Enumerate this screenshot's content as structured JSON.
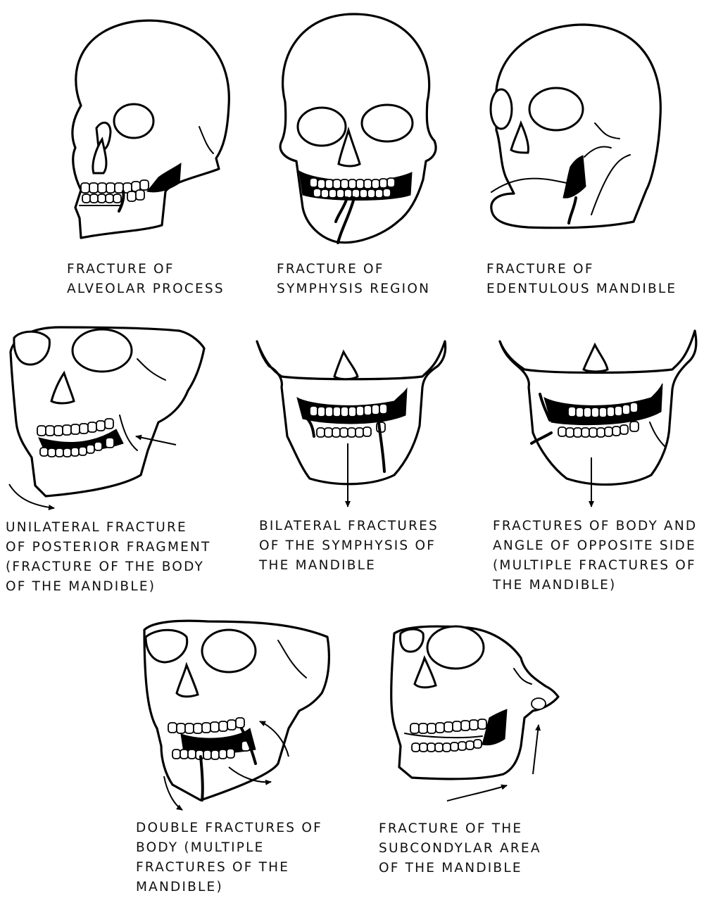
{
  "figures": [
    {
      "caption_lines": [
        "FRACTURE OF",
        "ALVEOLAR PROCESS"
      ]
    },
    {
      "caption_lines": [
        "FRACTURE OF",
        "SYMPHYSIS REGION"
      ]
    },
    {
      "caption_lines": [
        "FRACTURE OF",
        "EDENTULOUS MANDIBLE"
      ]
    },
    {
      "caption_lines": [
        "UNILATERAL FRACTURE",
        "OF POSTERIOR FRAGMENT",
        "(FRACTURE OF THE BODY",
        "OF THE MANDIBLE)"
      ]
    },
    {
      "caption_lines": [
        "BILATERAL FRACTURES",
        "OF THE SYMPHYSIS OF",
        "THE MANDIBLE"
      ]
    },
    {
      "caption_lines": [
        "FRACTURES OF BODY AND",
        "ANGLE OF OPPOSITE SIDE",
        "(MULTIPLE FRACTURES OF",
        "THE MANDIBLE)"
      ]
    },
    {
      "caption_lines": [
        "DOUBLE FRACTURES OF",
        "BODY (MULTIPLE",
        "FRACTURES OF THE",
        "MANDIBLE)"
      ]
    },
    {
      "caption_lines": [
        "FRACTURE OF THE",
        "SUBCONDYLAR AREA",
        "OF THE MANDIBLE"
      ]
    }
  ]
}
